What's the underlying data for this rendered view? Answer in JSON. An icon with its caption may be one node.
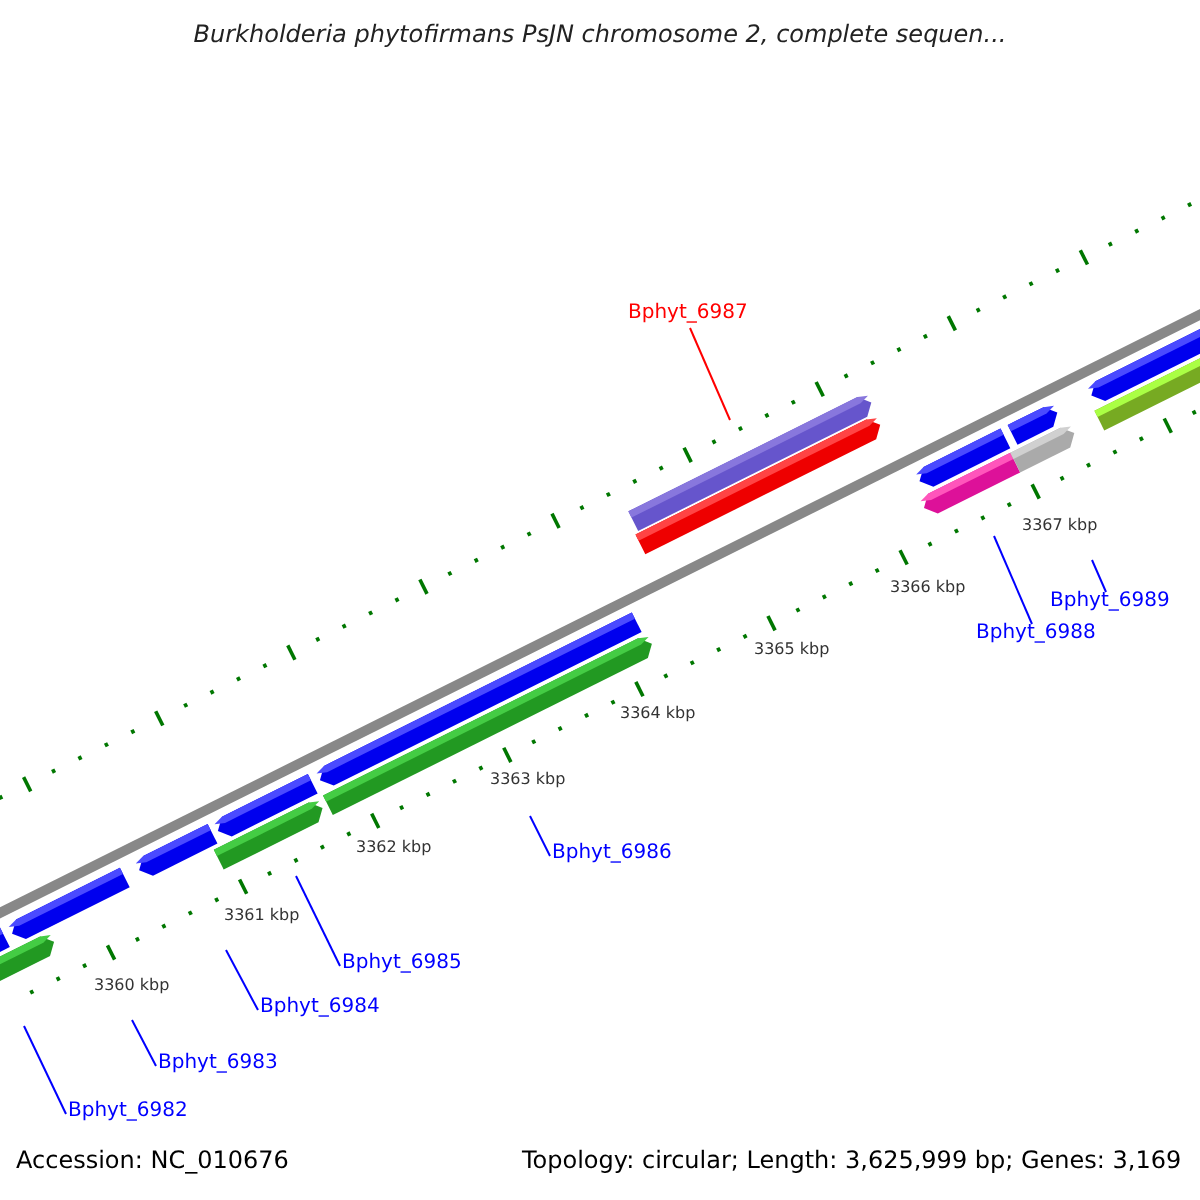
{
  "diagram": {
    "title": "Burkholderia phytofirmans PsJN chromosome 2, complete sequen...",
    "nodes": [
      {
        "text": [
          "Bphyt_6987"
        ]
      },
      {
        "text": [
          "Bphyt_6989"
        ]
      },
      {
        "text": [
          "Bphyt_6988"
        ]
      },
      {
        "text": [
          "Bphyt_6986"
        ]
      },
      {
        "text": [
          "Bphyt_6985"
        ]
      },
      {
        "text": [
          "Bphyt_6984"
        ]
      },
      {
        "text": [
          "Bphyt_6983"
        ]
      },
      {
        "text": [
          "Bphyt_6982"
        ]
      }
    ],
    "edges": [
      {
        "from": 0,
        "to": null,
        "arrow": "none",
        "color": "#ff0000"
      },
      {
        "from": 1,
        "to": null,
        "arrow": "none"
      },
      {
        "from": 2,
        "to": null,
        "arrow": "none"
      },
      {
        "from": 3,
        "to": null,
        "arrow": "none"
      },
      {
        "from": 4,
        "to": null,
        "arrow": "none"
      },
      {
        "from": 5,
        "to": null,
        "arrow": "none"
      },
      {
        "from": 6,
        "to": null,
        "arrow": "none"
      },
      {
        "from": 7,
        "to": null,
        "arrow": "none"
      }
    ],
    "labels": [
      "3367 kbp",
      "3366 kbp",
      "3365 kbp",
      "3364 kbp",
      "3363 kbp",
      "3362 kbp",
      "3361 kbp",
      "3360 kbp",
      "Accession: NC_010676",
      "Topology: circular; Length: 3,625,999 bp; Genes: 3,169"
    ]
  }
}
